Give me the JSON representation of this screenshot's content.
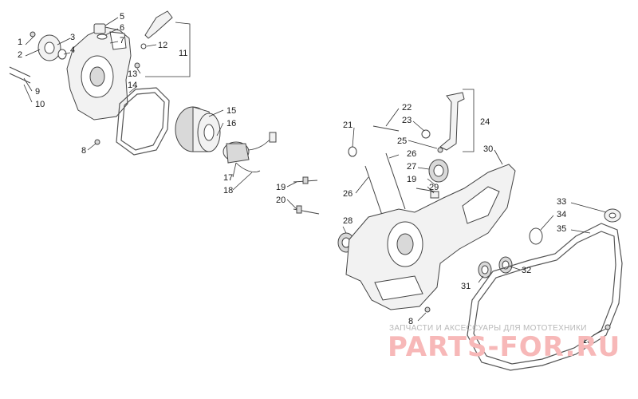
{
  "callouts": [
    {
      "id": "1",
      "label": "1"
    },
    {
      "id": "2",
      "label": "2"
    },
    {
      "id": "3",
      "label": "3"
    },
    {
      "id": "4",
      "label": "4"
    },
    {
      "id": "5",
      "label": "5"
    },
    {
      "id": "6",
      "label": "6"
    },
    {
      "id": "7",
      "label": "7"
    },
    {
      "id": "8a",
      "label": "8"
    },
    {
      "id": "9",
      "label": "9"
    },
    {
      "id": "10",
      "label": "10"
    },
    {
      "id": "11",
      "label": "11"
    },
    {
      "id": "12",
      "label": "12"
    },
    {
      "id": "13a",
      "label": "13"
    },
    {
      "id": "14",
      "label": "14"
    },
    {
      "id": "15",
      "label": "15"
    },
    {
      "id": "16",
      "label": "16"
    },
    {
      "id": "17",
      "label": "17"
    },
    {
      "id": "18",
      "label": "18"
    },
    {
      "id": "19a",
      "label": "19"
    },
    {
      "id": "20",
      "label": "20"
    },
    {
      "id": "21",
      "label": "21"
    },
    {
      "id": "22",
      "label": "22"
    },
    {
      "id": "23",
      "label": "23"
    },
    {
      "id": "24",
      "label": "24"
    },
    {
      "id": "25",
      "label": "25"
    },
    {
      "id": "26a",
      "label": "26"
    },
    {
      "id": "26b",
      "label": "26"
    },
    {
      "id": "27",
      "label": "27"
    },
    {
      "id": "19b",
      "label": "19"
    },
    {
      "id": "28",
      "label": "28"
    },
    {
      "id": "29",
      "label": "29"
    },
    {
      "id": "30",
      "label": "30"
    },
    {
      "id": "31",
      "label": "31"
    },
    {
      "id": "32",
      "label": "32"
    },
    {
      "id": "33",
      "label": "33"
    },
    {
      "id": "34",
      "label": "34"
    },
    {
      "id": "35",
      "label": "35"
    },
    {
      "id": "8b",
      "label": "8"
    },
    {
      "id": "13b",
      "label": "13"
    }
  ],
  "watermark": {
    "caption": "ЗАПЧАСТИ И АКСЕССУАРЫ ДЛЯ МОТОТЕХНИКИ",
    "brand": "PARTS-FOR.RU"
  },
  "colors": {
    "ink": "#1a1a1a",
    "watermark_brand": "#f7b8b8",
    "watermark_caption": "#b8b8b8"
  }
}
